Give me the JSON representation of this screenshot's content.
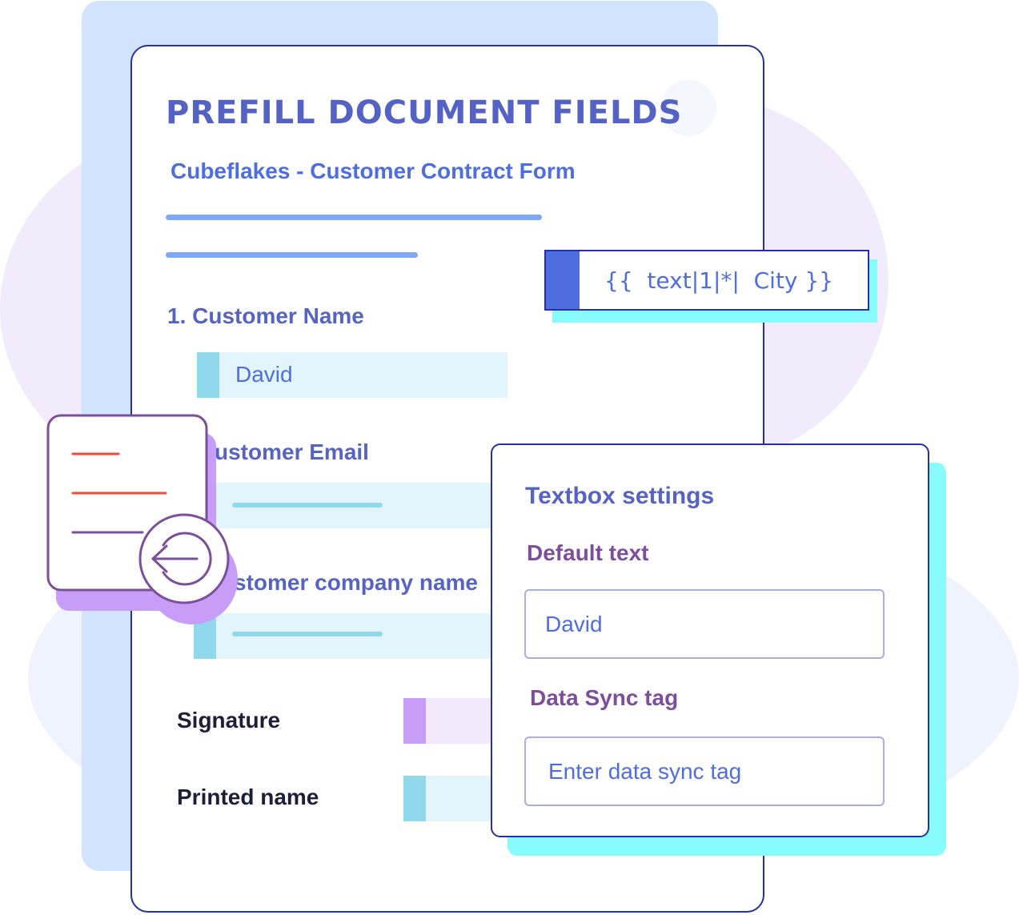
{
  "document": {
    "title": "PREFILL DOCUMENT FIELDS",
    "subtitle": "Cubeflakes - Customer Contract Form",
    "fields": {
      "customer_name_label": "1. Customer Name",
      "customer_name_value": "David",
      "customer_email_label": "ustomer Email",
      "customer_company_label": "stomer company name"
    },
    "signature_label": "Signature",
    "printed_name_label": "Printed name"
  },
  "tag_chip": {
    "text": "{{  text|1|*|  City }}"
  },
  "settings_panel": {
    "title": "Textbox settings",
    "default_text_label": "Default text",
    "default_text_value": "David",
    "data_sync_label": "Data Sync tag",
    "data_sync_placeholder": "Enter data sync tag"
  },
  "icon": "document-import-icon",
  "colors": {
    "primary_blue": "#4e6ee0",
    "label_blue": "#5564c2",
    "purple_label": "#7c4e9c",
    "border_navy": "#2430a3",
    "cyan_accent": "#88fcfc",
    "purple_accent": "#c79df8",
    "field_accent_blue": "#90d9ec",
    "field_fill": "#e2f5fc",
    "document_line_red": "#ef4a3a"
  }
}
